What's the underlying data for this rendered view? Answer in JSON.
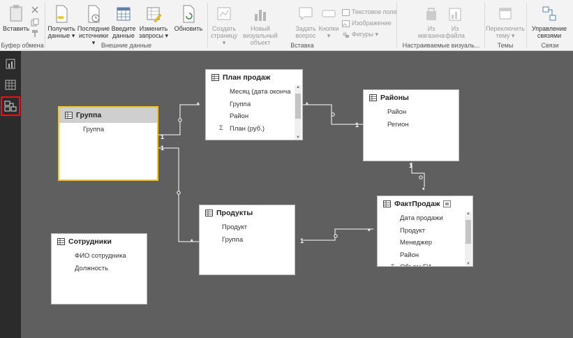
{
  "ribbon": {
    "buttons": [
      {
        "id": "paste",
        "label": "Вставить"
      },
      {
        "id": "get_data",
        "label": "Получить данные ▾"
      },
      {
        "id": "recent_sources",
        "label": "Последние источники ▾"
      },
      {
        "id": "enter_data",
        "label": "Введите данные"
      },
      {
        "id": "edit_queries",
        "label": "Изменить запросы ▾"
      },
      {
        "id": "refresh",
        "label": "Обновить"
      },
      {
        "id": "new_page",
        "label": "Создать страницу ▾"
      },
      {
        "id": "new_visual",
        "label": "Новый визуальный объект"
      },
      {
        "id": "ask_question",
        "label": "Задать вопрос"
      },
      {
        "id": "buttons",
        "label": "Кнопки ▾"
      },
      {
        "id": "from_store",
        "label": "Из магазина"
      },
      {
        "id": "from_file",
        "label": "Из файла"
      },
      {
        "id": "switch_theme",
        "label": "Переключить тему ▾"
      },
      {
        "id": "manage_relationships",
        "label": "Управление связями"
      }
    ],
    "small_items": {
      "text_box": "Текстовое поле",
      "image": "Изображение",
      "shapes": "Фигуры ▾"
    },
    "groups": {
      "clipboard": "Буфер обмена",
      "external_data": "Внешние данные",
      "insert": "Вставка",
      "custom_visuals": "Настраиваемые визуаль...",
      "themes": "Темы",
      "relationships": "Связи"
    }
  },
  "tables": {
    "group": {
      "title": "Группа",
      "fields": [
        "Группа"
      ]
    },
    "plan": {
      "title": "План продаж",
      "fields": [
        "Месяц (дата оконча",
        "Группа",
        "Район",
        "План (руб.)"
      ]
    },
    "regions": {
      "title": "Районы",
      "fields": [
        "Район",
        "Регион"
      ]
    },
    "products": {
      "title": "Продукты",
      "fields": [
        "Продукт",
        "Группа"
      ]
    },
    "employees": {
      "title": "Сотрудники",
      "fields": [
        "ФИО сотрудника",
        "Должность"
      ]
    },
    "facts": {
      "title": "ФактПродаж",
      "fields": [
        "Дата продажи",
        "Продукт",
        "Менеджер",
        "Район",
        "Объем ГИ..."
      ]
    }
  },
  "relationships": {
    "one": "1",
    "many": "*",
    "sigma": "Σ"
  }
}
